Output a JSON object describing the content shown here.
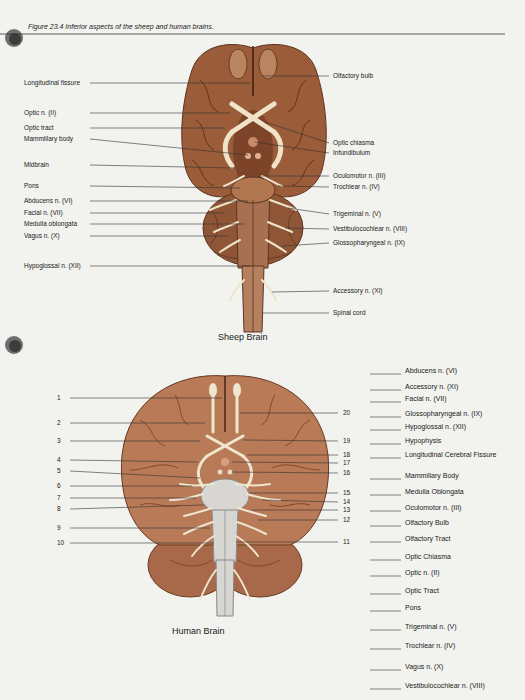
{
  "diagram": {
    "title": "Figure 23.4 Inferior aspects of the sheep and human brains.",
    "labels": [
      "Longitudinal fissure",
      "Optic n. (II)",
      "Optic tract",
      "Mammillary body",
      "Midbrain",
      "Pons",
      "Abducens n. (VI)",
      "Facial n. (VII)",
      "Medulla oblongata",
      "Vagus n. (X)",
      "Hypoglossal n. (XII)",
      "Olfactory bulb",
      "Optic chiasma",
      "Infundibulum",
      "Oculomotor n. (III)",
      "Trochlear n. (IV)",
      "Trigeminal n. (V)",
      "Vestibulocochlear n. (VIII)",
      "Glossopharyngeal n. (IX)",
      "Accessory n. (XI)",
      "Spinal cord",
      "Sheep Brain",
      "1",
      "2",
      "3",
      "4",
      "5",
      "6",
      "7",
      "8",
      "9",
      "10",
      "20",
      "19",
      "18",
      "17",
      "16",
      "15",
      "14",
      "13",
      "12",
      "11",
      "Abducens n. (VI)",
      "Accessory n. (XI)",
      "Facial n. (VII)",
      "Glossopharyngeal n. (IX)",
      "Hypoglossal n. (XII)",
      "Hypophysis",
      "Longitudinal Cerebral Fissure",
      "Mammillary Body",
      "Medulla Oblongata",
      "Oculomotor n. (III)",
      "Olfactory Bulb",
      "Olfactory Tract",
      "Optic Chiasma",
      "Optic n. (II)",
      "Optic Tract",
      "Pons",
      "Trigeminal n. (V)",
      "Trochlear n. (IV)",
      "Vagus n. (X)",
      "Vestibulocochlear n. (VIII)",
      "Human Brain"
    ]
  }
}
